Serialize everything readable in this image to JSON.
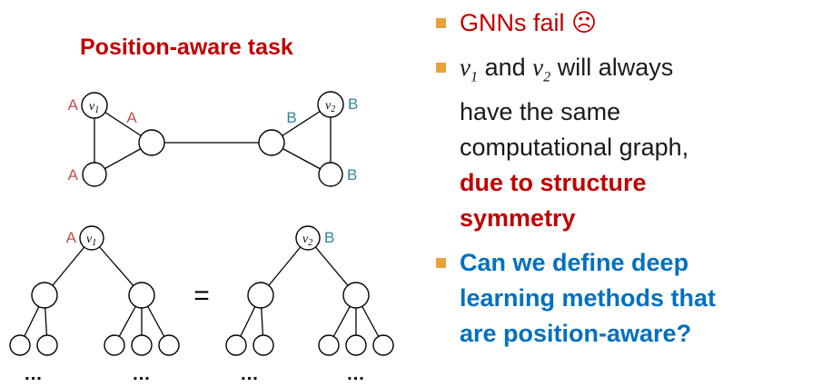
{
  "title": "Position-aware task",
  "graph": {
    "v1": {
      "base": "v",
      "sub": "1"
    },
    "v2": {
      "base": "v",
      "sub": "2"
    },
    "label_a": "A",
    "label_b": "B"
  },
  "tree": {
    "v1": {
      "base": "v",
      "sub": "1"
    },
    "v2": {
      "base": "v",
      "sub": "2"
    },
    "label_a": "A",
    "label_b": "B",
    "equals": "=",
    "ellipsis": "..."
  },
  "bullets": {
    "b1": {
      "text": "GNNs fail ☹"
    },
    "b2": {
      "v1": {
        "base": "v",
        "sub": "1"
      },
      "and": " and ",
      "v2": {
        "base": "v",
        "sub": "2"
      },
      "rest": " will always\nhave the same\ncomputational graph,",
      "emphasis": "due to structure\nsymmetry"
    },
    "b3": {
      "text": "Can we define deep\nlearning methods that\nare position-aware?"
    }
  },
  "colors": {
    "title_red": "#C00000",
    "emphasis_red": "#C00000",
    "node_label_a": "#C0504D",
    "node_label_b": "#31849B",
    "bullet_square_orange": "#E9A23B",
    "question_blue": "#0070C0"
  }
}
